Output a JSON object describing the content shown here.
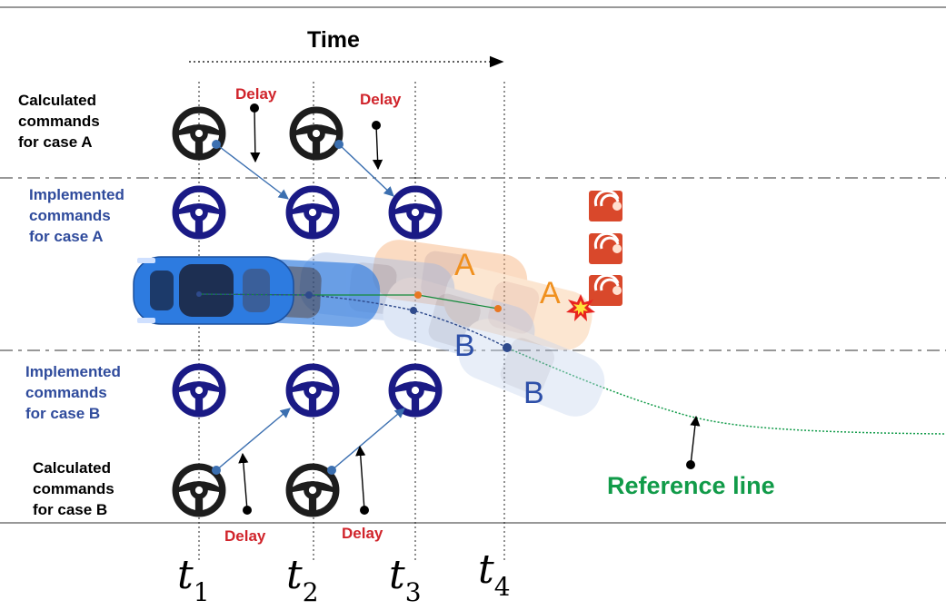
{
  "title": "Time",
  "rows": {
    "calc_a": [
      "Calculated",
      "commands",
      "for case A"
    ],
    "impl_a": [
      "Implemented",
      "commands",
      "for case A"
    ],
    "impl_b": [
      "Implemented",
      "commands",
      "for case B"
    ],
    "calc_b": [
      "Calculated",
      "commands",
      "for case B"
    ]
  },
  "delay_label": "Delay",
  "case_labels": {
    "a": "A",
    "b": "B"
  },
  "reference_line": "Reference line",
  "time_marks": [
    {
      "t": "t",
      "sub": "1"
    },
    {
      "t": "t",
      "sub": "2"
    },
    {
      "t": "t",
      "sub": "3"
    },
    {
      "t": "t",
      "sub": "4"
    }
  ],
  "colors": {
    "calculated_wheel": "#1d1d1d",
    "implemented_wheel": "#1a1a85",
    "implemented_text": "#2f4b9c",
    "delay_text": "#d0242b",
    "case_a": "#f0901e",
    "case_b": "#2d4fa8",
    "reference_line": "#119b49",
    "car": "#2d7be0",
    "cone_box": "#d9482b"
  },
  "icons": [
    "steering-wheel-icon",
    "car-icon",
    "traffic-cone-icon",
    "collision-icon"
  ]
}
